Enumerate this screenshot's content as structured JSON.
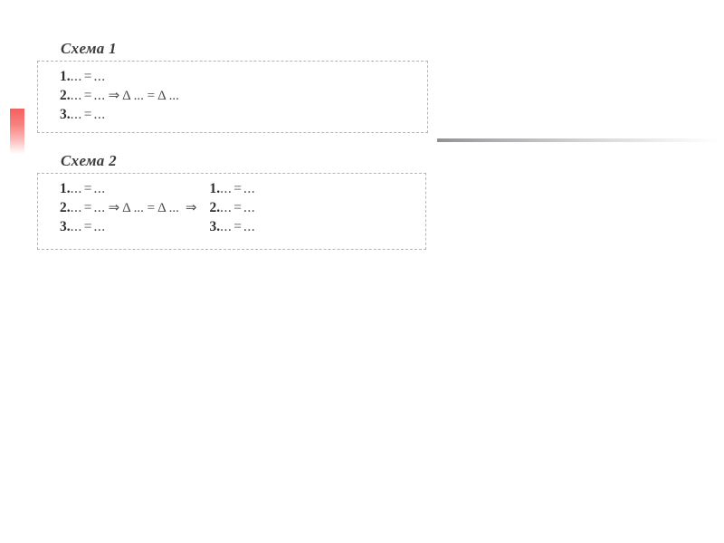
{
  "page": {
    "background_color": "#ffffff",
    "text_color": "#4a4a4a"
  },
  "accents": {
    "bar_color_top": "#f4605f",
    "bar_color_bottom": "#ffffff",
    "rule_color_left": "#8f9194",
    "rule_color_right": "#ffffff"
  },
  "symbols": {
    "implies": "⇒",
    "triangle": "Δ",
    "equals": "=",
    "ellipsis": "...",
    "dot": "."
  },
  "schemes": [
    {
      "id": "scheme-1",
      "title": "Схема 1",
      "columns": [
        {
          "rows": [
            {
              "number": "1.",
              "left": "...",
              "op": "=",
              "right": "...",
              "suffix": ""
            },
            {
              "number": "2.",
              "left": "...",
              "op": "=",
              "right": "...",
              "suffix": "⇒ Δ ... = Δ ..."
            },
            {
              "number": "3.",
              "left": "...",
              "op": "=",
              "right": "...",
              "suffix": ""
            }
          ]
        }
      ],
      "connector": ""
    },
    {
      "id": "scheme-2",
      "title": "Схема 2",
      "columns": [
        {
          "rows": [
            {
              "number": "1.",
              "left": "...",
              "op": "=",
              "right": "...",
              "suffix": ""
            },
            {
              "number": "2.",
              "left": "...",
              "op": "=",
              "right": "...",
              "suffix": "⇒ Δ ... = Δ ..."
            },
            {
              "number": "3.",
              "left": "...",
              "op": "=",
              "right": "...",
              "suffix": ""
            }
          ]
        },
        {
          "rows": [
            {
              "number": "1.",
              "left": "...",
              "op": "=",
              "right": "...",
              "suffix": ""
            },
            {
              "number": "2.",
              "left": "...",
              "op": "=",
              "right": "...",
              "suffix": ""
            },
            {
              "number": "3.",
              "left": "...",
              "op": "=",
              "right": "...",
              "suffix": ""
            }
          ]
        }
      ],
      "connector": "⇒"
    }
  ]
}
